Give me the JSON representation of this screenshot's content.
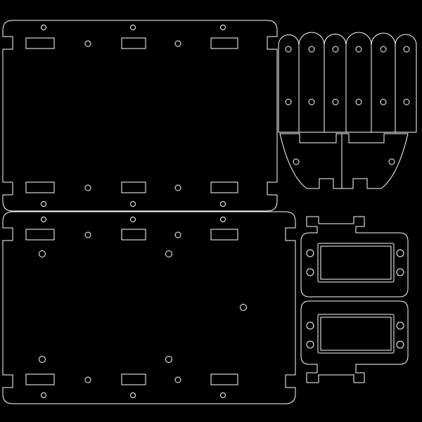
{
  "drawing": {
    "background_color": "#000000",
    "line_color": "#ffffff",
    "parts": [
      "top-plate",
      "bottom-plate",
      "finger-segments",
      "curved-bracket",
      "frame-upper",
      "frame-lower"
    ]
  }
}
